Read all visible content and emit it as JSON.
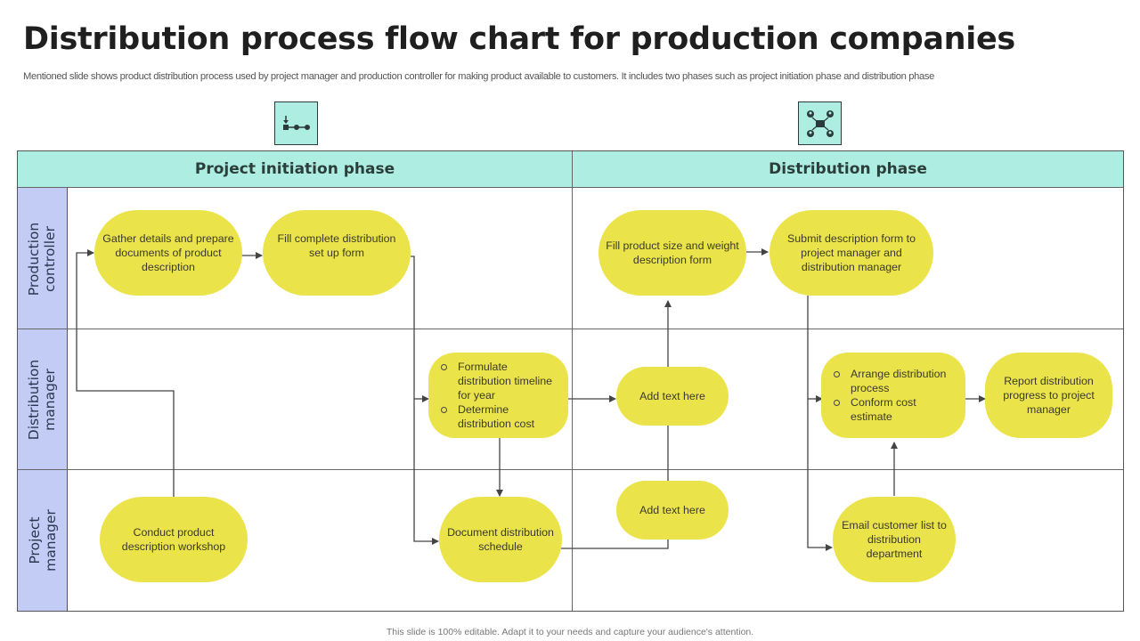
{
  "title": "Distribution process flow chart for production companies",
  "subtitle": "Mentioned slide shows product distribution process used by project manager and production controller for making product available to customers. It includes two phases such as project initiation phase and distribution phase",
  "footer": "This slide is 100% editable.  Adapt it to your needs and capture your audience's attention.",
  "colors": {
    "header_bg": "#aeeee2",
    "lane_bg": "#c3ccf5",
    "node_fill": "#ebe34a",
    "line": "#555555"
  },
  "phases": [
    {
      "label": "Project initiation phase",
      "icon": "workflow-steps-icon"
    },
    {
      "label": "Distribution phase",
      "icon": "network-distribution-icon"
    }
  ],
  "lanes": [
    {
      "line1": "Production",
      "line2": "controller"
    },
    {
      "line1": "Distribution",
      "line2": "manager"
    },
    {
      "line1": "Project",
      "line2": "manager"
    }
  ],
  "nodes": {
    "gather": "Gather details and prepare documents of product description",
    "fill_setup": "Fill complete distribution set up form",
    "fill_size": "Fill product size and weight description form",
    "submit": "Submit description form to project manager and distribution manager",
    "formulate": [
      "Formulate distribution timeline for  year",
      "Determine distribution cost"
    ],
    "add_text_1": "Add text here",
    "arrange": [
      "Arrange distribution process",
      "Conform cost estimate"
    ],
    "report": "Report distribution progress to project manager",
    "workshop": "Conduct product description workshop",
    "document": "Document distribution schedule",
    "add_text_2": "Add text here",
    "email": "Email customer list to distribution department"
  }
}
